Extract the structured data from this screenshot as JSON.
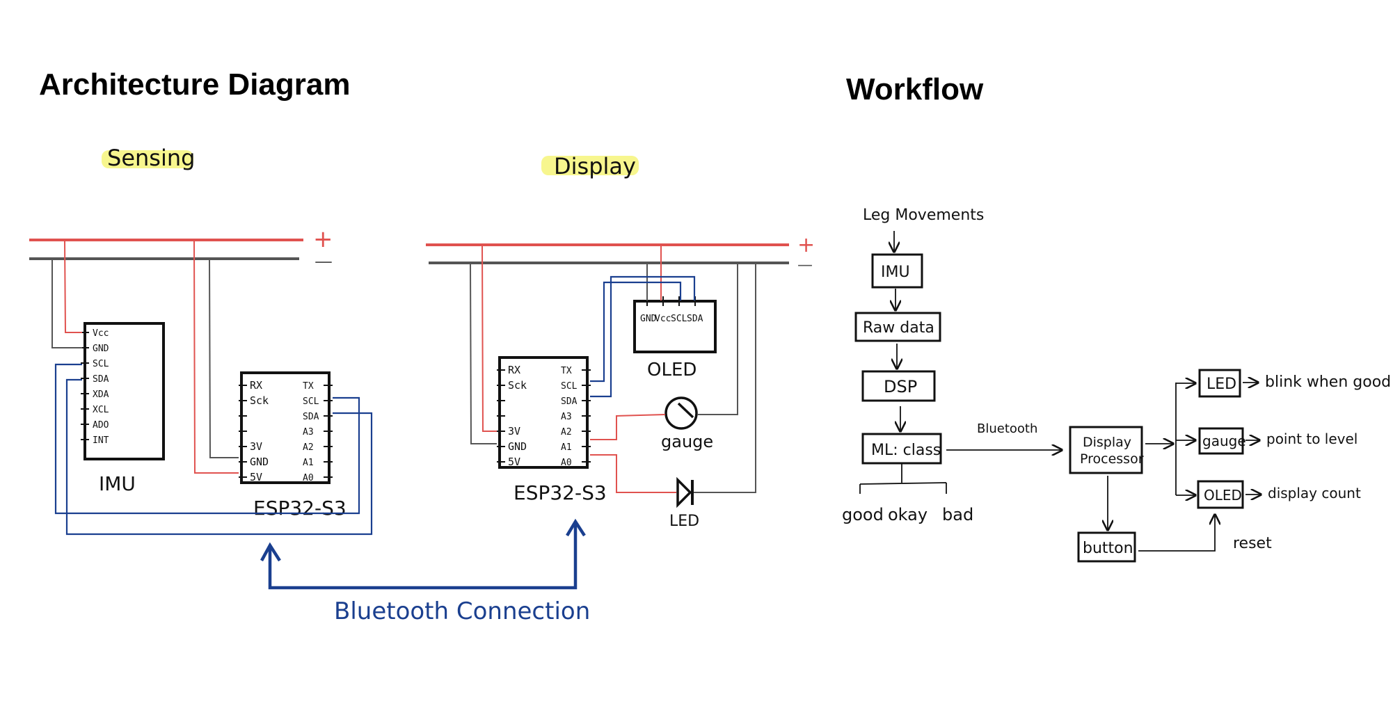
{
  "titles": {
    "architecture": "Architecture Diagram",
    "workflow": "Workflow"
  },
  "sections": {
    "sensing": "Sensing",
    "display": "Display"
  },
  "rails": {
    "plus": "+",
    "minus": "—"
  },
  "imu": {
    "label": "IMU",
    "pins": [
      "Vcc",
      "GND",
      "SCL",
      "SDA",
      "XDA",
      "XCL",
      "ADO",
      "INT"
    ]
  },
  "esp_sensing": {
    "label": "ESP32-S3",
    "left_pins": [
      "RX",
      "Sck",
      "",
      "",
      "3V",
      "GND",
      "5V"
    ],
    "right_pins": [
      "TX",
      "SCL",
      "SDA",
      "A3",
      "A2",
      "A1",
      "A0"
    ]
  },
  "esp_display": {
    "label": "ESP32-S3",
    "left_pins": [
      "RX",
      "Sck",
      "",
      "",
      "3V",
      "GND",
      "5V"
    ],
    "right_pins": [
      "TX",
      "SCL",
      "SDA",
      "A3",
      "A2",
      "A1",
      "A0"
    ]
  },
  "oled": {
    "label": "OLED",
    "pins": [
      "GND",
      "Vcc",
      "SCL",
      "SDA"
    ]
  },
  "gauge": {
    "label": "gauge"
  },
  "led": {
    "label": "LED"
  },
  "bluetooth_connection": "Bluetooth Connection",
  "workflow": {
    "input": "Leg Movements",
    "imu": "IMU",
    "raw": "Raw data",
    "dsp": "DSP",
    "ml": "ML: class",
    "classes": [
      "good",
      "okay",
      "bad"
    ],
    "bluetooth": "Bluetooth",
    "processor_line1": "Display",
    "processor_line2": "Processor",
    "button": "button",
    "reset": "reset",
    "outputs": [
      {
        "name": "LED",
        "action": "blink when good"
      },
      {
        "name": "gauge",
        "action": "point to level"
      },
      {
        "name": "OLED",
        "action": "display count"
      }
    ]
  }
}
